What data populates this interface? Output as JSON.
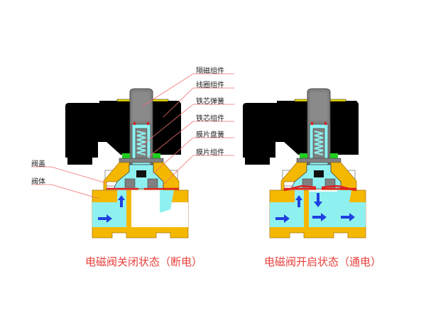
{
  "labels_right": [
    "隔磁组件",
    "线圈组件",
    "铁芯弹簧",
    "铁芯组件",
    "膜片盘簧",
    "膜片组件"
  ],
  "labels_left": [
    "阀盖",
    "阀体"
  ],
  "captions": {
    "closed": "电磁阀关闭状态（断电）",
    "open": "电磁阀开启状态（通电）"
  },
  "colors": {
    "body": "#f5b800",
    "fluid": "#8ff0f0",
    "coil": "#000000",
    "column": "#808080",
    "diaphragm": "#e02020",
    "arrow": "#1f3fe0",
    "leader": "#f07070",
    "caption": "#e8403c"
  }
}
